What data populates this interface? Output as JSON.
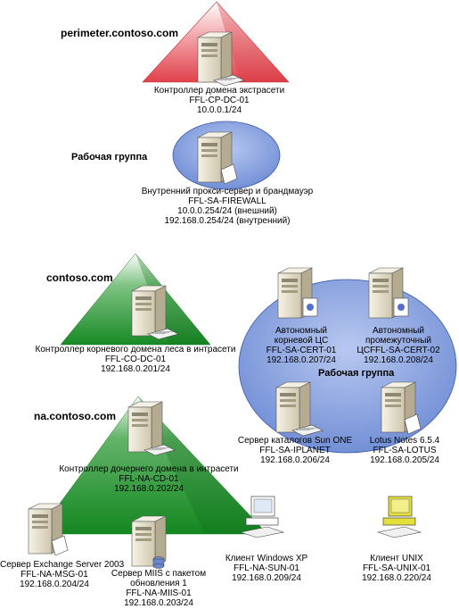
{
  "colors": {
    "red_domain": "#e8444a",
    "green_domain": "#1f8f2a",
    "workgroup_blue": "#6f8ed6",
    "server_body": "#e3dcc8",
    "client_yellow": "#e5df3a"
  },
  "domains": {
    "perimeter": {
      "title": "perimeter.contoso.com"
    },
    "workgroup1": {
      "title": "Рабочая группа"
    },
    "contoso": {
      "title": "contoso.com"
    },
    "na": {
      "title": "na.contoso.com"
    },
    "workgroup2": {
      "title": "Рабочая группа"
    }
  },
  "nodes": {
    "cp_dc": {
      "lines": [
        "Контроллер домена экстрасети",
        "FFL-CP-DC-01",
        "10.0.0.1/24"
      ],
      "icon": "server-icon"
    },
    "firewall": {
      "lines": [
        "Внутренний прокси-сервер и брандмауэр",
        "FFL-SA-FIREWALL",
        "10.0.0.254/24 (внешний)",
        "192.168.0.254/24 (внутренний)"
      ],
      "icon": "server-icon"
    },
    "co_dc": {
      "lines": [
        "Контроллер корневого домена леса в интрасети",
        "FFL-CO-DC-01",
        "192.168.0.201/24"
      ],
      "icon": "server-icon"
    },
    "cert01": {
      "lines": [
        "Автономный",
        "корневой ЦС",
        "FFL-SA-CERT-01",
        "192.168.0.207/24"
      ],
      "icon": "server-icon"
    },
    "cert02": {
      "lines": [
        "Автономный",
        "промежуточный",
        "ЦСFFL-SA-CERT-02",
        "192.168.0.208/24"
      ],
      "icon": "server-icon"
    },
    "iplanet": {
      "lines": [
        "Сервер каталогов Sun ONE",
        "FFL-SA-IPLANET",
        "192.168.0.206/24"
      ],
      "icon": "server-icon"
    },
    "lotus": {
      "lines": [
        "Lotus Notes 6.5.4",
        "FFL-SA-LOTUS",
        "192.168.0.205/24"
      ],
      "icon": "server-icon"
    },
    "na_dc": {
      "lines": [
        "Контроллер дочернего домена в интрасети",
        "FFL-NA-CD-01",
        "192.168.0.202/24"
      ],
      "icon": "server-icon"
    },
    "msg": {
      "lines": [
        "Сервер Exchange Server 2003",
        "FFL-NA-MSG-01",
        "192.168.0.204/24"
      ],
      "icon": "server-icon"
    },
    "miis": {
      "lines": [
        "Сервер MIIS с пакетом",
        "обновления 1",
        "FFL-NA-MIIS-01",
        "192.168.0.203/24"
      ],
      "icon": "server-icon"
    },
    "sun": {
      "lines": [
        "Клиент Windows XP",
        "FFL-NA-SUN-01",
        "192.168.0.209/24"
      ],
      "icon": "workstation-icon"
    },
    "unix": {
      "lines": [
        "Клиент UNIX",
        "FFL-SA-UNIX-01",
        "192.168.0.220/24"
      ],
      "icon": "workstation-icon"
    }
  }
}
